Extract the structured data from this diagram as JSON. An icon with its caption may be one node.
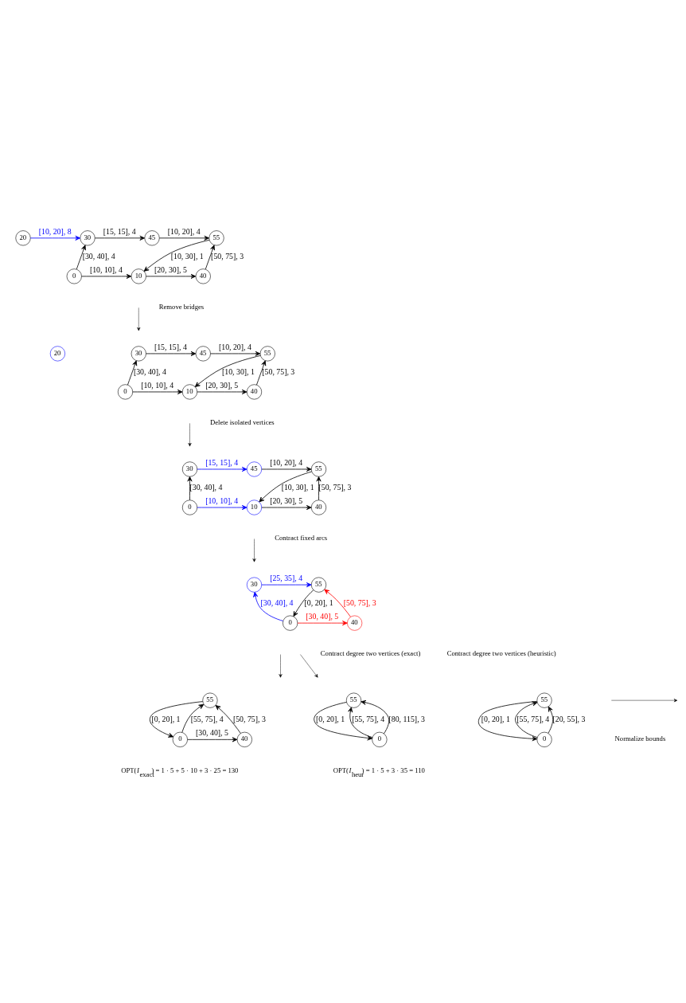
{
  "diagram": {
    "nodes": [
      {
        "text": [
          "20"
        ]
      },
      {
        "text": [
          "30"
        ]
      },
      {
        "text": [
          "45"
        ]
      },
      {
        "text": [
          "55"
        ]
      },
      {
        "text": [
          "0"
        ]
      },
      {
        "text": [
          "10"
        ]
      },
      {
        "text": [
          "40"
        ]
      },
      {
        "text": [
          "20"
        ]
      },
      {
        "text": [
          "30"
        ]
      },
      {
        "text": [
          "45"
        ]
      },
      {
        "text": [
          "55"
        ]
      },
      {
        "text": [
          "0"
        ]
      },
      {
        "text": [
          "10"
        ]
      },
      {
        "text": [
          "40"
        ]
      },
      {
        "text": [
          "30"
        ]
      },
      {
        "text": [
          "45"
        ]
      },
      {
        "text": [
          "55"
        ]
      },
      {
        "text": [
          "0"
        ]
      },
      {
        "text": [
          "10"
        ]
      },
      {
        "text": [
          "40"
        ]
      },
      {
        "text": [
          "30"
        ]
      },
      {
        "text": [
          "55"
        ]
      },
      {
        "text": [
          "0"
        ]
      },
      {
        "text": [
          "40"
        ]
      },
      {
        "text": [
          "55"
        ]
      },
      {
        "text": [
          "0"
        ]
      },
      {
        "text": [
          "40"
        ]
      },
      {
        "text": [
          "55"
        ]
      },
      {
        "text": [
          "0"
        ]
      },
      {
        "text": [
          "55"
        ]
      },
      {
        "text": [
          "0"
        ]
      }
    ],
    "edges": [
      {
        "from": 0,
        "to": 1,
        "arrow": "to",
        "label": "[10, 20], 8",
        "color": "#0000ff"
      },
      {
        "from": 1,
        "to": 2,
        "arrow": "to",
        "label": "[15, 15], 4"
      },
      {
        "from": 2,
        "to": 3,
        "arrow": "to",
        "label": "[10, 20], 4"
      },
      {
        "from": 4,
        "to": 1,
        "arrow": "to",
        "label": "[30, 40], 4"
      },
      {
        "from": 3,
        "to": 5,
        "arrow": "to",
        "label": "[10, 30], 1"
      },
      {
        "from": 4,
        "to": 5,
        "arrow": "to",
        "label": "[10, 10], 4"
      },
      {
        "from": 5,
        "to": 6,
        "arrow": "to",
        "label": "[20, 30], 5"
      },
      {
        "from": 6,
        "to": 3,
        "arrow": "to",
        "label": "[50, 75], 3"
      },
      {
        "from": 8,
        "to": 9,
        "arrow": "to",
        "label": "[15, 15], 4"
      },
      {
        "from": 9,
        "to": 10,
        "arrow": "to",
        "label": "[10, 20], 4"
      },
      {
        "from": 11,
        "to": 8,
        "arrow": "to",
        "label": "[30, 40], 4"
      },
      {
        "from": 10,
        "to": 12,
        "arrow": "to",
        "label": "[10, 30], 1"
      },
      {
        "from": 11,
        "to": 12,
        "arrow": "to",
        "label": "[10, 10], 4"
      },
      {
        "from": 12,
        "to": 13,
        "arrow": "to",
        "label": "[20, 30], 5"
      },
      {
        "from": 13,
        "to": 10,
        "arrow": "to",
        "label": "[50, 75], 3"
      },
      {
        "from": 14,
        "to": 15,
        "arrow": "to",
        "label": "[15, 15], 4",
        "color": "#0000ff"
      },
      {
        "from": 15,
        "to": 16,
        "arrow": "to",
        "label": "[10, 20], 4"
      },
      {
        "from": 17,
        "to": 14,
        "arrow": "to",
        "label": "[30, 40], 4"
      },
      {
        "from": 16,
        "to": 18,
        "arrow": "to",
        "label": "[10, 30], 1"
      },
      {
        "from": 17,
        "to": 18,
        "arrow": "to",
        "label": "[10, 10], 4",
        "color": "#0000ff"
      },
      {
        "from": 18,
        "to": 19,
        "arrow": "to",
        "label": "[20, 30], 5"
      },
      {
        "from": 19,
        "to": 16,
        "arrow": "to",
        "label": "[50, 75], 3"
      },
      {
        "from": 20,
        "to": 21,
        "arrow": "to",
        "label": "[25, 35], 4",
        "color": "#0000ff"
      },
      {
        "from": 22,
        "to": 20,
        "arrow": "to",
        "label": "[30, 40], 4",
        "color": "#0000ff"
      },
      {
        "from": 21,
        "to": 22,
        "arrow": "to",
        "label": "[0, 20], 1"
      },
      {
        "from": 22,
        "to": 23,
        "arrow": "to",
        "label": "[30, 40], 5",
        "color": "#ff0000"
      },
      {
        "from": 23,
        "to": 21,
        "arrow": "to",
        "label": "[50, 75], 3",
        "color": "#ff0000"
      },
      {
        "from": 25,
        "to": 24,
        "arrow": "to",
        "label": "[55, 75], 4"
      },
      {
        "from": 24,
        "to": 25,
        "arrow": "to",
        "label": "[0, 20], 1"
      },
      {
        "from": 25,
        "to": 26,
        "arrow": "to",
        "label": "[30, 40], 5"
      },
      {
        "from": 26,
        "to": 24,
        "arrow": "to",
        "label": "[50, 75], 3"
      },
      {
        "from": 28,
        "to": 27,
        "arrow": "to",
        "label": "[55, 75], 4"
      },
      {
        "from": 27,
        "to": 28,
        "arrow": "to",
        "label": "[0, 20], 1"
      },
      {
        "from": 28,
        "to": 27,
        "arrow": "to",
        "label": "[80, 115], 3"
      },
      {
        "from": 30,
        "to": 29,
        "arrow": "to",
        "label": "[55, 75], 4"
      },
      {
        "from": 29,
        "to": 30,
        "arrow": "to",
        "label": "[0, 20], 1"
      },
      {
        "from": 30,
        "to": 29,
        "arrow": "to",
        "label": "[20, 55], 3"
      }
    ],
    "labels": [
      "Remove bridges",
      "Delete isolated vertices",
      "Contract fixed arcs",
      "Contract degree two vertices (exact)",
      "Contract degree two vertices (heuristic)",
      "Normalize bounds",
      "OPT(*I*$_{exact}$) = 1 · 5 + 5 · 10 + 3 · 25 = 130",
      "OPT(*I*$_{heur}$) = 1 · 5 + 3 · 35 = 110"
    ]
  }
}
